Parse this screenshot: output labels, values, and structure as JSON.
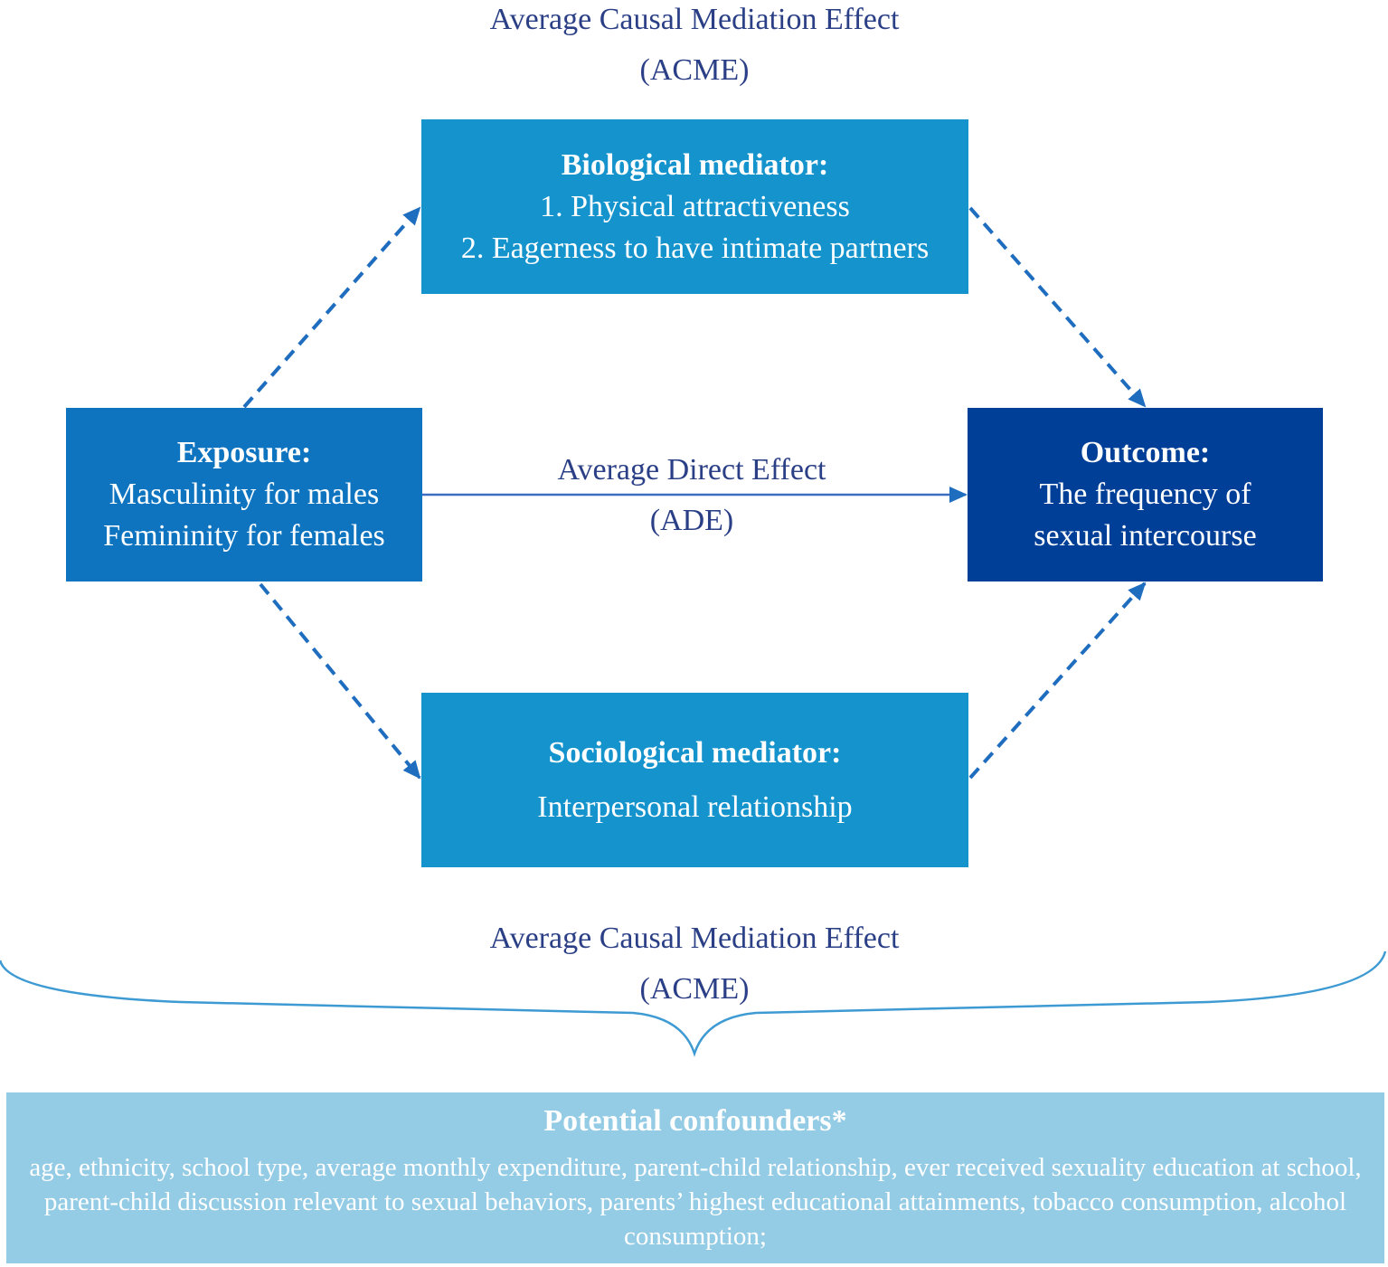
{
  "top_label": {
    "line1": "Average Causal Mediation Effect",
    "line2": "(ACME)"
  },
  "bottom_label": {
    "line1": "Average Causal Mediation Effect",
    "line2": "(ACME)"
  },
  "direct_label": {
    "line1": "Average Direct Effect",
    "line2": "(ADE)"
  },
  "biological": {
    "title": "Biological mediator:",
    "item1": "1. Physical attractiveness",
    "item2": "2. Eagerness to have intimate partners"
  },
  "sociological": {
    "title": "Sociological mediator:",
    "item1": "Interpersonal relationship"
  },
  "exposure": {
    "title": "Exposure:",
    "line1": "Masculinity for males",
    "line2": "Femininity for females"
  },
  "outcome": {
    "title": "Outcome:",
    "line1": "The frequency of",
    "line2": "sexual intercourse"
  },
  "confounders": {
    "title": "Potential confounders*",
    "body": "age, ethnicity, school type, average monthly expenditure, parent-child relationship, ever received sexuality education at school, parent-child discussion relevant to sexual behaviors, parents’ highest educational attainments, tobacco consumption, alcohol consumption;"
  },
  "colors": {
    "mediator_box": "#1493cd",
    "exposure_box": "#0e74c0",
    "outcome_box": "#003f97",
    "confounder_box": "#94cbe5",
    "arrow": "#1f6dbf",
    "label_text": "#2a3f86"
  }
}
